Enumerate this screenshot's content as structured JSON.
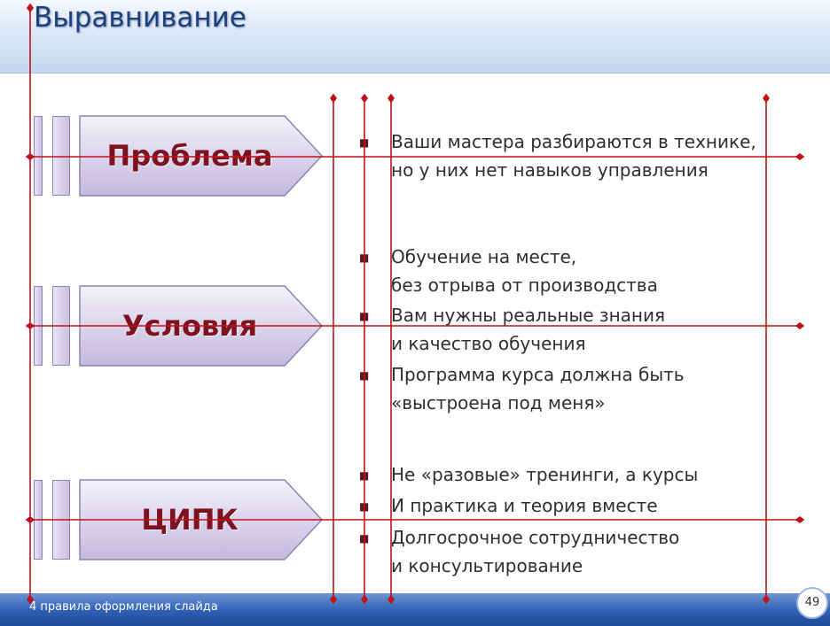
{
  "slide": {
    "title": "Выравнивание",
    "footer_text": "4 правила оформления слайда",
    "page_number": "49"
  },
  "arrows": [
    {
      "label": "Проблема"
    },
    {
      "label": "Условия"
    },
    {
      "label": "ЦИПК"
    }
  ],
  "bullets": [
    {
      "line1": "Ваши мастера разбираются в технике,",
      "line2": "но у них нет навыков управления"
    },
    {
      "line1": "Обучение на месте,",
      "line2": "без отрыва от производства"
    },
    {
      "line1": "Вам нужны реальные знания",
      "line2": "и качество обучения"
    },
    {
      "line1": "Программа курса должна быть",
      "line2": "«выстроена под меня»"
    },
    {
      "line1": "Не «разовые» тренинги, а курсы",
      "line2": ""
    },
    {
      "line1": "И практика и теория вместе",
      "line2": ""
    },
    {
      "line1": "Долгосрочное сотрудничество",
      "line2": "и консультирование"
    }
  ],
  "colors": {
    "guide_line": "#c0101a",
    "arrow_text": "#7d1320",
    "title": "#1f3f77",
    "footer": "#2d5fb3"
  },
  "icons": {
    "bullet": "square-bullet-icon"
  }
}
